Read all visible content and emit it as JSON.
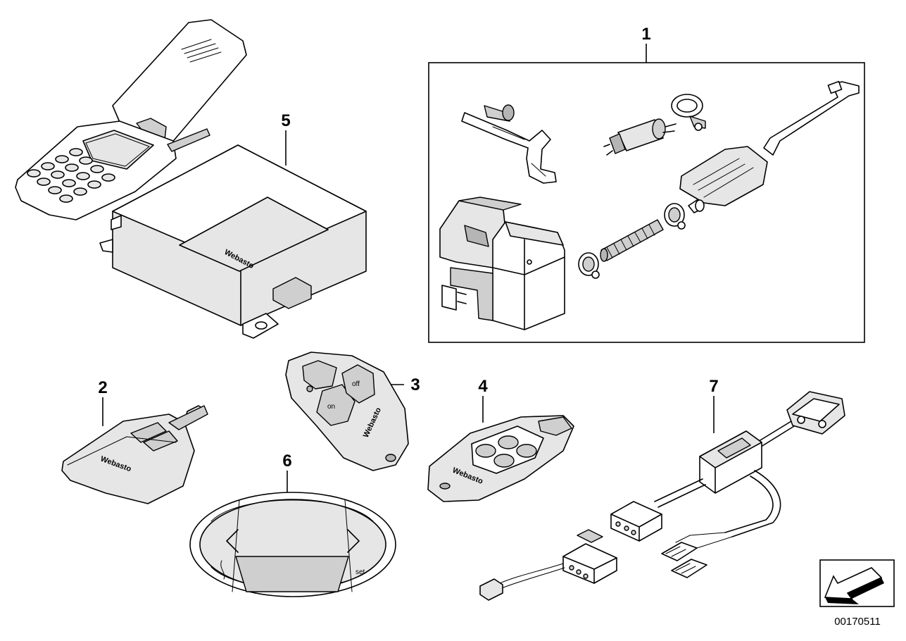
{
  "callouts": [
    {
      "id": "1",
      "text": "1"
    },
    {
      "id": "2",
      "text": "2"
    },
    {
      "id": "3",
      "text": "3"
    },
    {
      "id": "4",
      "text": "4"
    },
    {
      "id": "5",
      "text": "5"
    },
    {
      "id": "6",
      "text": "6"
    },
    {
      "id": "7",
      "text": "7"
    }
  ],
  "brand_text": "Webasto",
  "remote3_buttons": [
    "on",
    "off"
  ],
  "display6_button": "set",
  "reference_number": "00170511",
  "colors": {
    "line": "#000000",
    "shade_light": "#e6e6e6",
    "shade_mid": "#cfcfcf",
    "shade_dark": "#b5b5b5",
    "background": "#ffffff"
  },
  "icons": [
    "direction-arrow-icon"
  ]
}
